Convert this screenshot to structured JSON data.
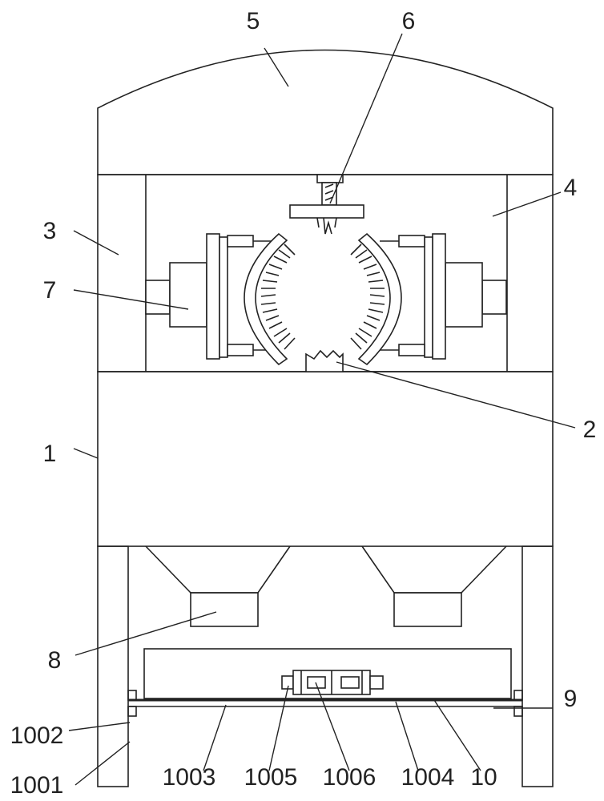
{
  "labels": {
    "n1": "1",
    "n2": "2",
    "n3": "3",
    "n4": "4",
    "n5": "5",
    "n6": "6",
    "n7": "7",
    "n8": "8",
    "n9": "9",
    "n10": "10",
    "n1001": "1001",
    "n1002": "1002",
    "n1003": "1003",
    "n1004": "1004",
    "n1005": "1005",
    "n1006": "1006"
  }
}
